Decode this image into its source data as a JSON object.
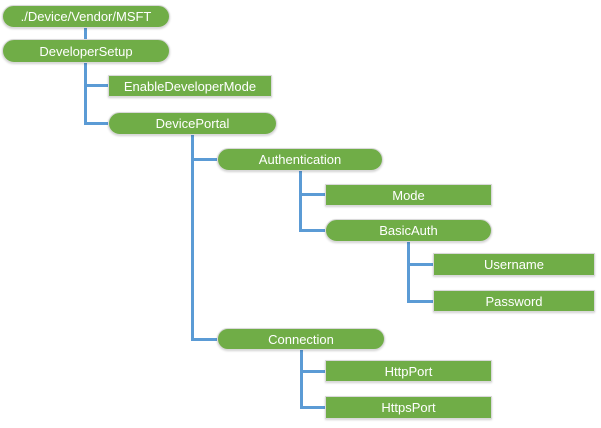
{
  "colors": {
    "node_fill": "#70AD47",
    "node_text": "#FFFFFF",
    "node_border": "#D9D9D9",
    "connector": "#5B9BD5",
    "background": "#FFFFFF"
  },
  "diagram": {
    "type": "tree",
    "nodes": [
      {
        "label": "./Device/Vendor/MSFT",
        "shape": "rounded",
        "parent": null
      },
      {
        "label": "DeveloperSetup",
        "shape": "rounded",
        "parent": "./Device/Vendor/MSFT"
      },
      {
        "label": "EnableDeveloperMode",
        "shape": "rectangle",
        "parent": "DeveloperSetup"
      },
      {
        "label": "DevicePortal",
        "shape": "rounded",
        "parent": "DeveloperSetup"
      },
      {
        "label": "Authentication",
        "shape": "rounded",
        "parent": "DevicePortal"
      },
      {
        "label": "Mode",
        "shape": "rectangle",
        "parent": "Authentication"
      },
      {
        "label": "BasicAuth",
        "shape": "rounded",
        "parent": "Authentication"
      },
      {
        "label": "Username",
        "shape": "rectangle",
        "parent": "BasicAuth"
      },
      {
        "label": "Password",
        "shape": "rectangle",
        "parent": "BasicAuth"
      },
      {
        "label": "Connection",
        "shape": "rounded",
        "parent": "DevicePortal"
      },
      {
        "label": "HttpPort",
        "shape": "rectangle",
        "parent": "Connection"
      },
      {
        "label": "HttpsPort",
        "shape": "rectangle",
        "parent": "Connection"
      }
    ]
  }
}
